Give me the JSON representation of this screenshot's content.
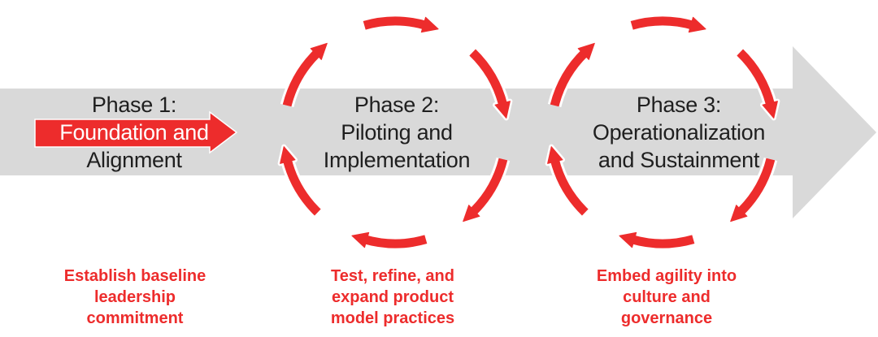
{
  "colors": {
    "accent_red": "#ED2C2C",
    "band_gray": "#D9D9D9",
    "text_black": "#1F1F1F",
    "highlight_text": "#FFFFFF"
  },
  "phases": [
    {
      "lines": [
        "Phase 1:",
        "Foundation and",
        "Alignment"
      ],
      "caption_lines": [
        "Establish baseline",
        "leadership",
        "commitment"
      ]
    },
    {
      "lines": [
        "Phase 2:",
        "Piloting and",
        "Implementation"
      ],
      "caption_lines": [
        "Test, refine, and",
        "expand product",
        "model practices"
      ]
    },
    {
      "lines": [
        "Phase 3:",
        "Operationalization",
        "and Sustainment"
      ],
      "caption_lines": [
        "Embed agility into",
        "culture and",
        "governance"
      ]
    }
  ],
  "icons": {
    "timeline_arrow": "right-block-arrow",
    "phase1_highlight": "right-arrow-highlight",
    "cycle": "circular-cycle-arrows"
  }
}
